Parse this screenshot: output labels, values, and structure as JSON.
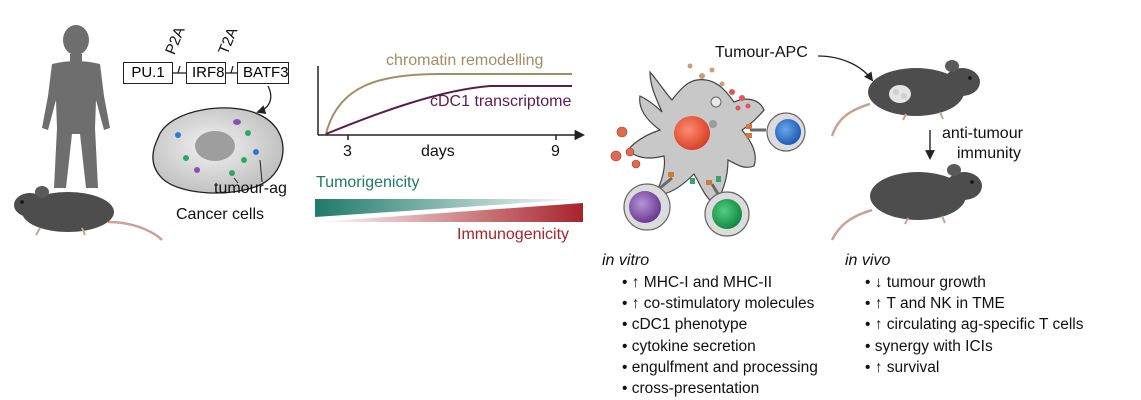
{
  "construct": {
    "genes": [
      "PU.1",
      "IRF8",
      "BATF3"
    ],
    "linkers": [
      "P2A",
      "T2A"
    ]
  },
  "labels": {
    "tumour_ag": "tumour-ag",
    "cancer_cells": "Cancer cells",
    "chromatin": "chromatin remodelling",
    "transcriptome": "cDC1 transcriptome",
    "tick_3": "3",
    "days": "days",
    "tick_9": "9",
    "tumorigenicity": "Tumorigenicity",
    "immunogenicity": "Immunogenicity",
    "tumour_apc": "Tumour-APC",
    "anti_tumour_1": "anti-tumour",
    "anti_tumour_2": "immunity"
  },
  "colors": {
    "silhouette": "#6e6e6e",
    "mouse": "#4d4d4d",
    "chromatin_curve": "#a58d63",
    "transcriptome_curve": "#5b1d4e",
    "tumorigenicity": "#1f7a6a",
    "immunogenicity": "#a8232b"
  },
  "in_vitro": {
    "title": "in vitro",
    "items": [
      "↑ MHC-I and MHC-II",
      "↑ co-stimulatory molecules",
      "cDC1 phenotype",
      "cytokine secretion",
      "engulfment and processing",
      "cross-presentation"
    ]
  },
  "in_vivo": {
    "title": "in vivo",
    "items": [
      "↓ tumour growth",
      "↑ T and NK in TME",
      "↑ circulating ag-specific T cells",
      "synergy with ICIs",
      "↑ survival"
    ]
  }
}
